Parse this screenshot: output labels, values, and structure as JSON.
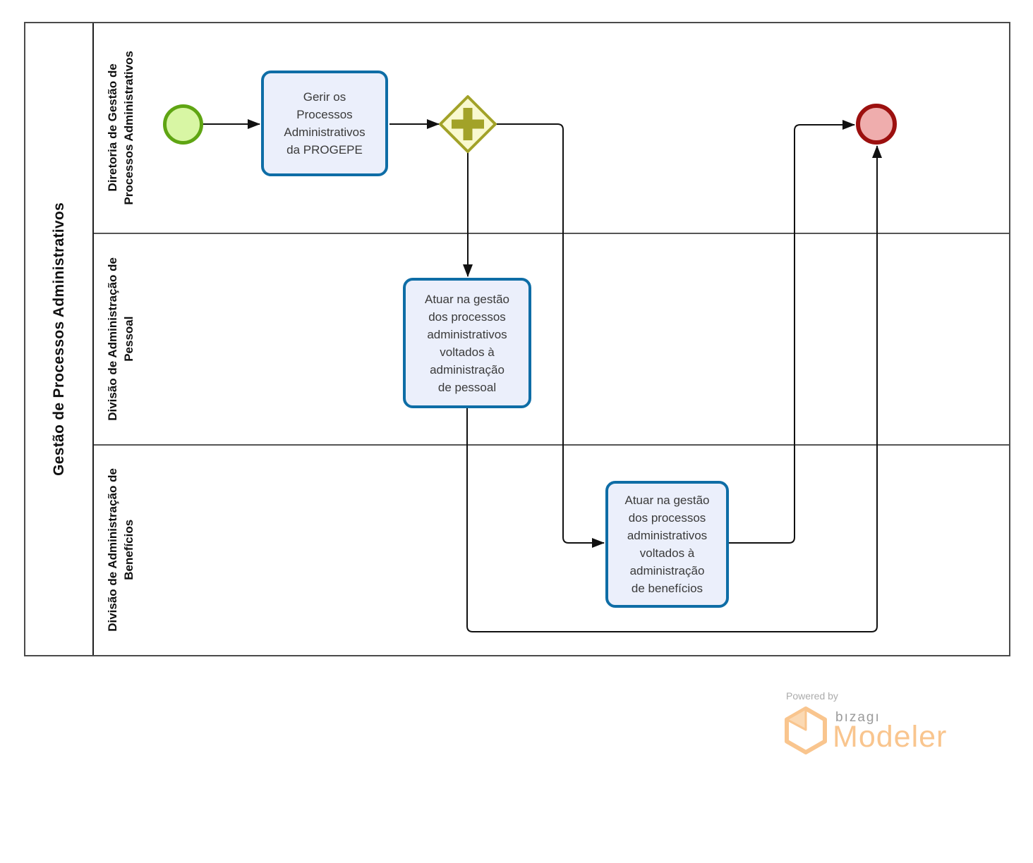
{
  "pool": {
    "title": "Gestão de Processos Administrativos",
    "lanes": [
      {
        "label": "Diretoria de Gestão de\nProcessos Administrativos"
      },
      {
        "label": "Divisão de Administração de\nPessoal"
      },
      {
        "label": "Divisão de Administração de\nBenefícios"
      }
    ]
  },
  "nodes": {
    "start_event": {
      "type": "start-event"
    },
    "task_gerir": {
      "label": "Gerir os\nProcessos\nAdministrativos\nda PROGEPE"
    },
    "parallel_gateway": {
      "type": "parallel-gateway",
      "symbol": "+"
    },
    "task_pessoal": {
      "label": "Atuar na gestão\ndos processos\nadministrativos\nvoltados à\nadministração\nde pessoal"
    },
    "task_beneficios": {
      "label": "Atuar na gestão\ndos processos\nadministrativos\nvoltados à\nadministração\nde benefícios"
    },
    "end_event": {
      "type": "end-event"
    }
  },
  "colors": {
    "task_fill": "#ebeffb",
    "task_border": "#0e6da6",
    "gateway_fill": "#f9f9cf",
    "gateway_border": "#a2a228",
    "start_fill": "#d8f6a4",
    "start_border": "#5fa513",
    "end_fill": "#efadad",
    "end_border": "#9c100f",
    "flow": "#111111",
    "lane_border": "#555555",
    "logo_orange": "#f9c58e",
    "logo_gray": "#9b9b9b"
  },
  "footer": {
    "powered_by": "Powered by",
    "brand": "bızagı",
    "product": "Modeler"
  }
}
